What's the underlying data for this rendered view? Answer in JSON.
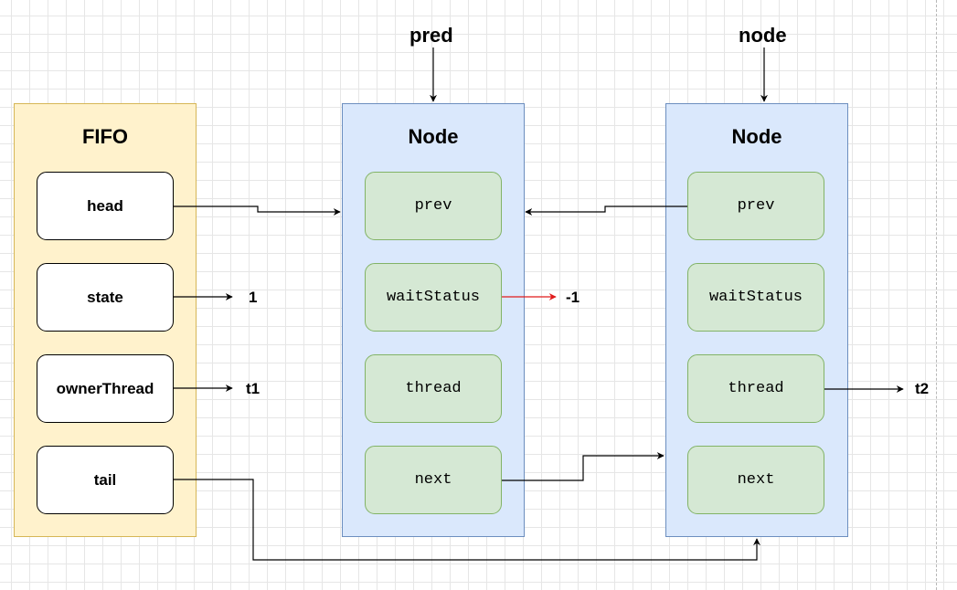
{
  "fifo": {
    "title": "FIFO",
    "fields": {
      "head": "head",
      "state": "state",
      "owner_thread": "ownerThread",
      "tail": "tail"
    }
  },
  "pointers": {
    "pred": "pred",
    "node": "node"
  },
  "pred_node": {
    "title": "Node",
    "fields": {
      "prev": "prev",
      "wait_status": "waitStatus",
      "thread": "thread",
      "next": "next"
    }
  },
  "cur_node": {
    "title": "Node",
    "fields": {
      "prev": "prev",
      "wait_status": "waitStatus",
      "thread": "thread",
      "next": "next"
    }
  },
  "values": {
    "state": "1",
    "owner_thread": "t1",
    "pred_wait_status": "-1",
    "cur_thread": "t2"
  },
  "colors": {
    "fifo_fill": "#fff2cc",
    "fifo_border": "#d6b656",
    "node_fill": "#dae8fc",
    "node_border": "#6c8ebf",
    "field_fill": "#d5e8d4",
    "field_border": "#82b366",
    "edge": "#000000",
    "highlight_edge": "#e01b1b"
  }
}
